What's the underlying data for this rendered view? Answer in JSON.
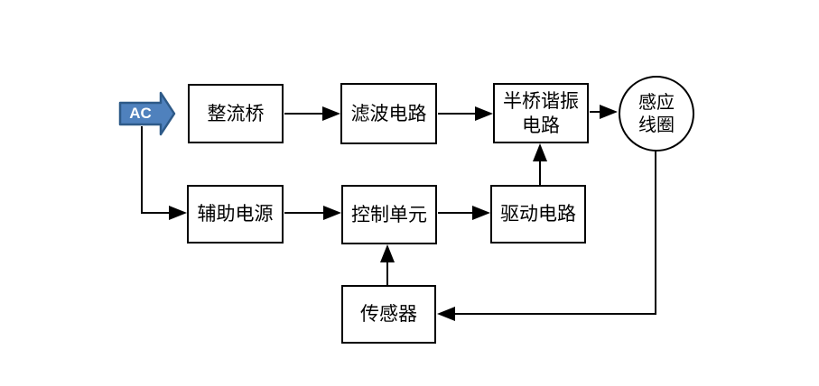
{
  "diagram": {
    "title": "induction heating system block diagram",
    "background": "#ffffff",
    "line_color": "#000000",
    "nodes": {
      "ac": {
        "label": "AC"
      },
      "rectifier": {
        "label": "整流桥"
      },
      "filter": {
        "label": "滤波电路"
      },
      "half_bridge": {
        "line1": "半桥谐振",
        "line2": "电路"
      },
      "induction_coil": {
        "line1": "感应",
        "line2": "线圈"
      },
      "aux_power": {
        "label": "辅助电源"
      },
      "control_unit": {
        "label": "控制单元"
      },
      "drive_circuit": {
        "label": "驱动电路"
      },
      "sensor": {
        "label": "传感器"
      }
    },
    "ac_arrow": {
      "fill": "#4f81bd",
      "border": "#2e5a88",
      "text_color": "#ffffff"
    }
  }
}
